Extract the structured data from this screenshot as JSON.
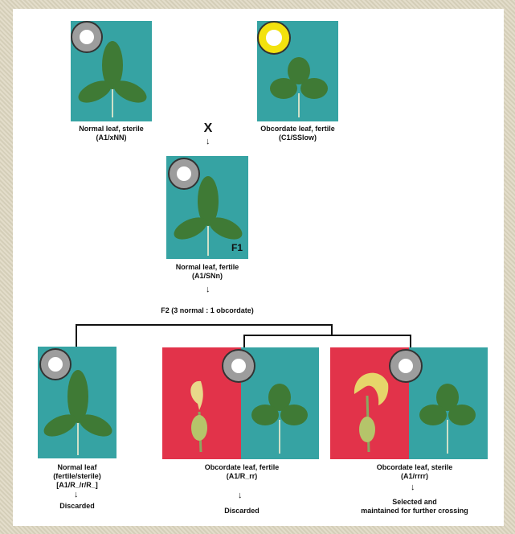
{
  "parent1": {
    "caption": "Normal leaf, sterile",
    "genotype": "(A1/xNN)",
    "ring_color": "#9d9d9d"
  },
  "parent2": {
    "caption": "Obcordate leaf, fertile",
    "genotype": "(C1/SSlow)",
    "ring_color": "#f3e20e"
  },
  "cross_symbol": "X",
  "f1": {
    "tag": "F1",
    "caption": "Normal leaf, fertile",
    "genotype": "(A1/SNn)"
  },
  "f2": {
    "heading": "F2 (3 normal : 1 obcordate)"
  },
  "progeny": [
    {
      "caption": "Normal leaf",
      "line2": "(fertile/sterile)",
      "line3": "[A1/R_/r/R_]",
      "fate": "Discarded"
    },
    {
      "caption": "Obcordate leaf, fertile",
      "line2": "(A1/R_rr)",
      "fate": "Discarded"
    },
    {
      "caption": "Obcordate leaf, sterile",
      "line2": "(A1/rrrr)",
      "fate": "Selected and",
      "fate2": "maintained for further crossing"
    }
  ],
  "colors": {
    "teal": "#36a3a3",
    "red": "#e2334a",
    "leaf": "#3f7a35",
    "gray_ring": "#9d9d9d",
    "yellow_ring": "#f3e20e"
  }
}
